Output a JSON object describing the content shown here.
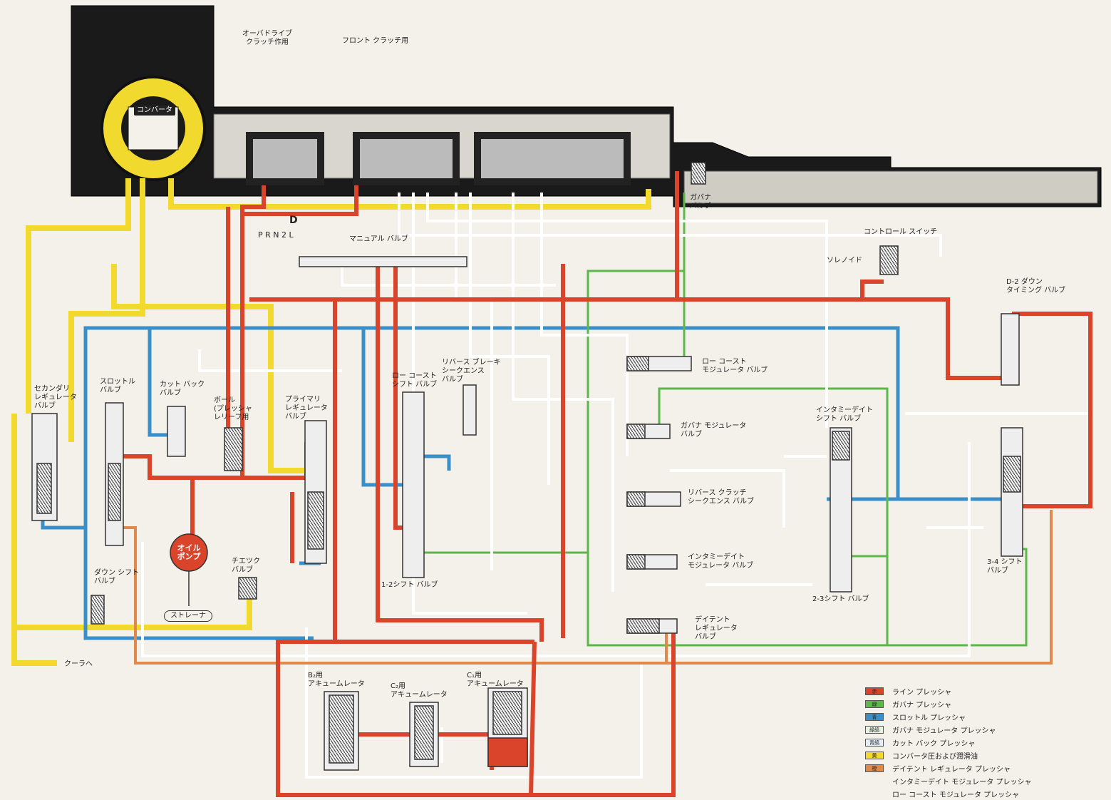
{
  "colors": {
    "line_pressure": "#d9442b",
    "governor_pressure": "#5cb84a",
    "throttle_pressure": "#3b8fc9",
    "converter_oil": "#f2d92e",
    "detent_pressure": "#e0894a",
    "drain": "#ffffff",
    "housing": "#1a1a1a",
    "paper": "#f4f1ea"
  },
  "labels": {
    "converter": "コンバータ",
    "overdrive_clutch": "オーバドライブ\nクラッチ作用",
    "front_clutch": "フロント クラッチ用",
    "governor_valve": "ガバナ\nバルブ",
    "range_d": "D",
    "range_positions": "P  R N  2  L",
    "manual_valve": "マニュアル バルブ",
    "control_switch": "コントロール スイッチ",
    "solenoid": "ソレノイド",
    "d2_timing_valve": "D-2 ダウン\nタイミング バルブ",
    "secondary_regulator": "セカンダリ\nレギュレータ\nバルブ",
    "throttle_valve": "スロットル\nバルブ",
    "cutback_valve": "カット バック\nバルブ",
    "ball_relief": "ボール\n(プレッシャ\nレリーフ用",
    "primary_regulator": "プライマリ\nレギュレータ\nバルブ",
    "low_coast_shift": "ロー コースト\nシフト バルブ",
    "reverse_brake_seq": "リバース ブレーキ\nシークエンス\nバルブ",
    "low_coast_modulator": "ロー コースト\nモジュレータ バルブ",
    "governor_modulator": "ガバナ モジュレータ\nバルブ",
    "intermediate_shift": "インタミーデイト\nシフト バルブ",
    "reverse_clutch_seq": "リバース クラッチ\nシークエンス バルブ",
    "intermediate_modulator": "インタミーデイト\nモジュレータ バルブ",
    "oil_pump": "オイル\nポンプ",
    "check_valve": "チエツク\nバルブ",
    "downshift_valve": "ダウン シフト\nバルブ",
    "valve_12": "1-2シフト バルブ",
    "valve_23": "2-3シフト バルブ",
    "valve_34": "3-4 シフト\nバルブ",
    "strainer": "ストレーナ",
    "detent_regulator": "デイテント\nレギュレータ\nバルブ",
    "to_cooler": "クーラへ",
    "b2_accumulator": "B₂用\nアキュームレータ",
    "c2_accumulator": "C₂用\nアキュームレータ",
    "c1_accumulator": "C₁用\nアキュームレータ"
  },
  "legend": [
    {
      "swatch": "赤",
      "color": "#d9442b",
      "label": "ライン プレッシャ"
    },
    {
      "swatch": "緑",
      "color": "#5cb84a",
      "label": "ガバナ プレッシャ"
    },
    {
      "swatch": "青",
      "color": "#3b8fc9",
      "label": "スロットル プレッシャ"
    },
    {
      "swatch": "緑縞",
      "color": "#e9f3e4",
      "label": "ガバナ モジュレータ プレッシャ"
    },
    {
      "swatch": "青縞",
      "color": "#e4eef6",
      "label": "カット バック プレッシャ"
    },
    {
      "swatch": "黄",
      "color": "#f2d92e",
      "label": "コンバータ圧および潤滑油"
    },
    {
      "swatch": "橙",
      "color": "#e0894a",
      "label": "デイテント レギュレータ プレッシャ"
    },
    {
      "swatch": "",
      "color": "none",
      "label": "インタミーデイト モジュレータ プレッシャ"
    },
    {
      "swatch": "",
      "color": "none",
      "label": "ロー コースト モジュレータ プレッシャ"
    }
  ]
}
